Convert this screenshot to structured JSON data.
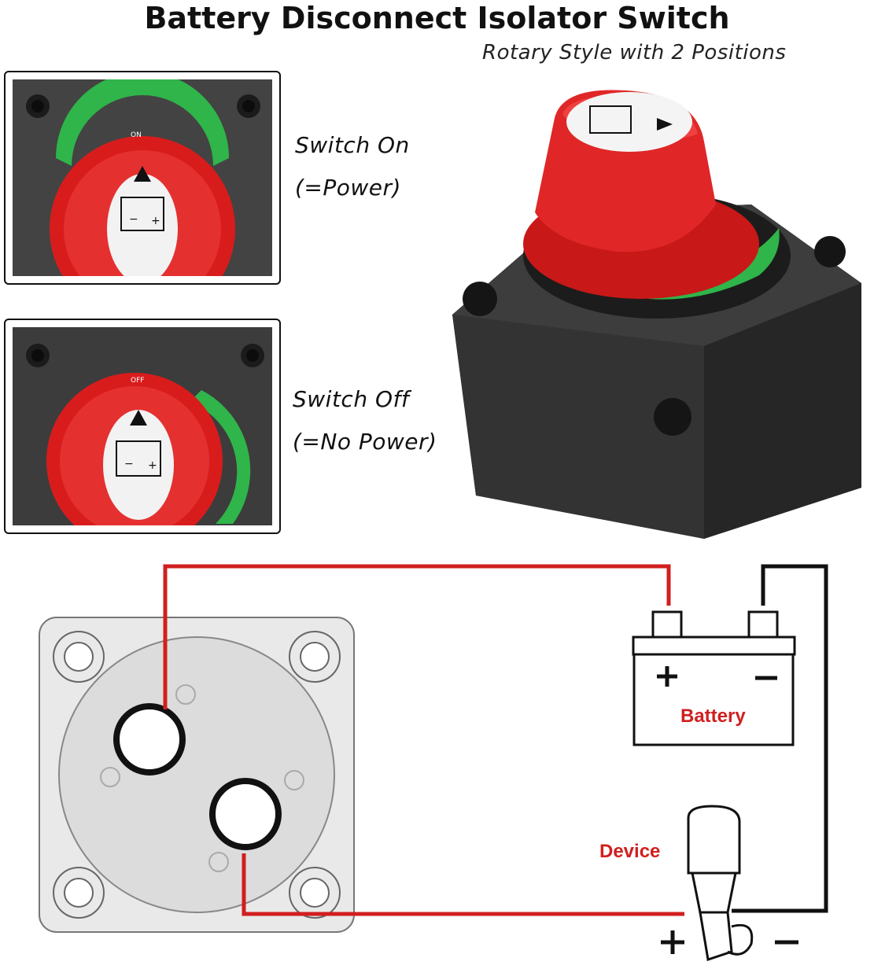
{
  "header": {
    "title": "Battery Disconnect Isolator Switch",
    "subtitle": "Rotary Style with 2 Positions"
  },
  "states": {
    "on": {
      "line1": "Switch On",
      "line2": "(=Power)",
      "marking": "ON"
    },
    "off": {
      "line1": "Switch Off",
      "line2": "(=No Power)",
      "marking": "OFF"
    }
  },
  "diagram": {
    "battery_label": "Battery",
    "device_label": "Device"
  },
  "colors": {
    "knob_red": "#e02222",
    "ring_green": "#2fb54a",
    "housing_dark": "#3a3a3a",
    "wire_red": "#d11f1f",
    "wire_black": "#111111",
    "label_red": "#d11f1f"
  },
  "icons": [
    "battery-icon",
    "plus-icon",
    "minus-icon",
    "arrow-up-icon",
    "outboard-motor-icon"
  ]
}
